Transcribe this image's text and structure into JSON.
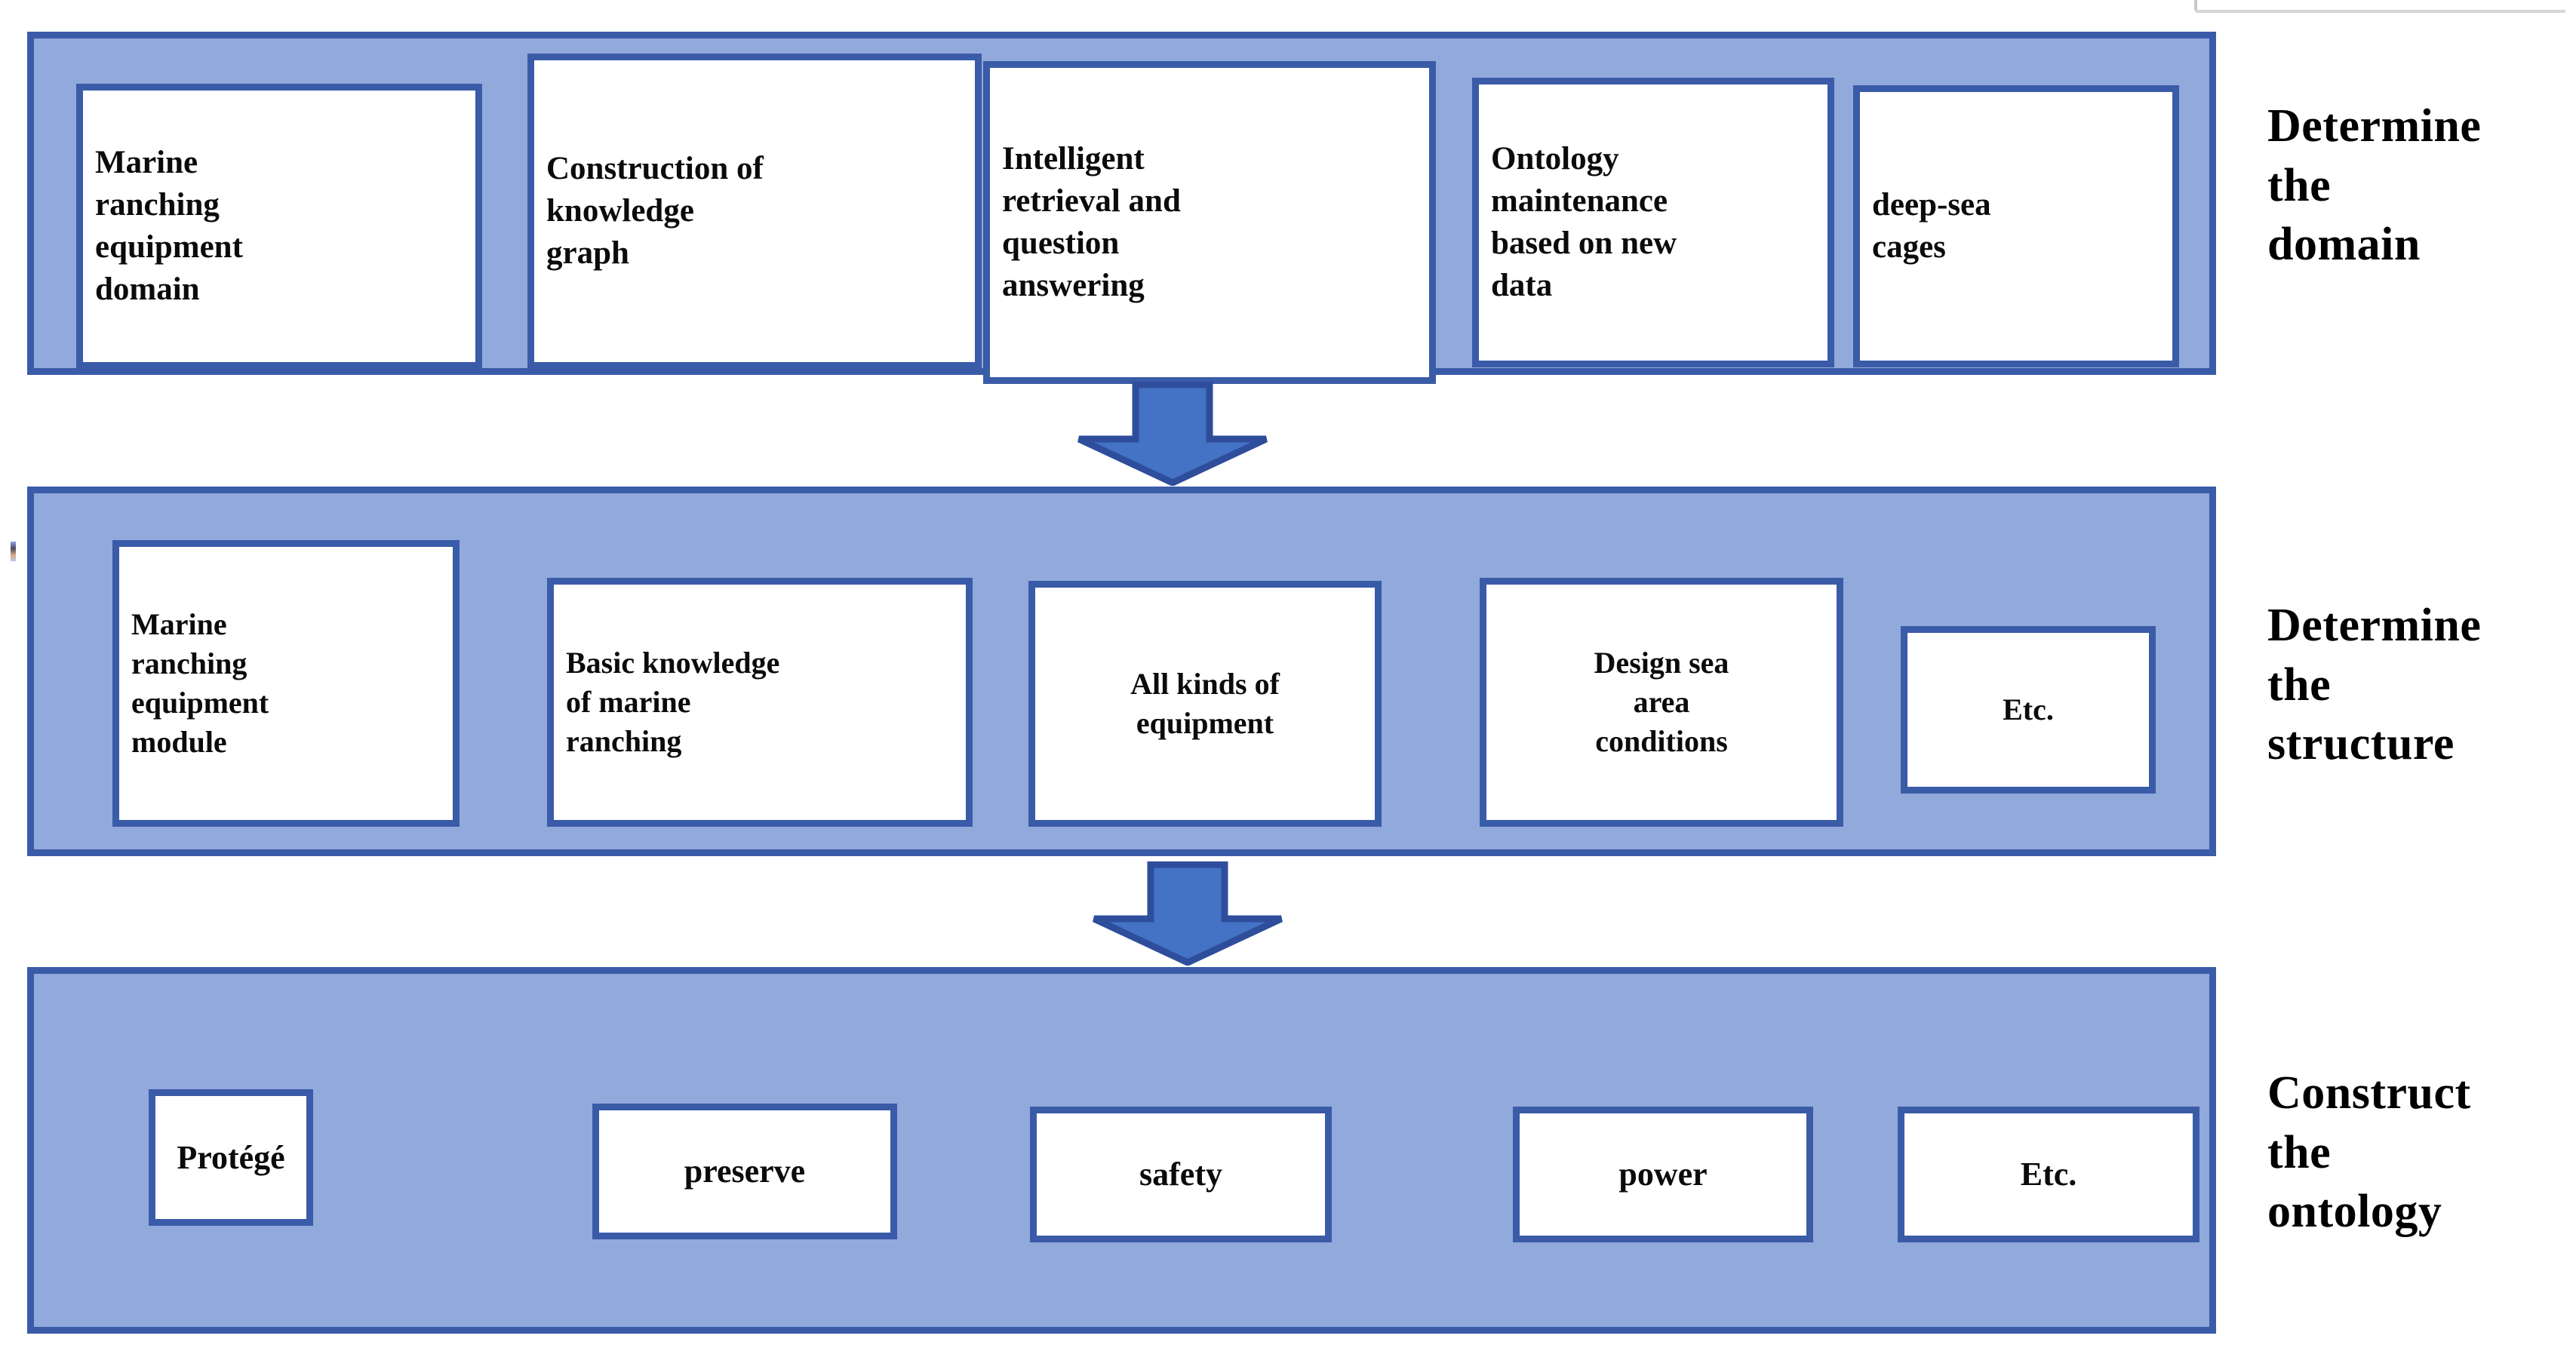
{
  "diagram": {
    "title_semantic": "ontology-construction-workflow",
    "colors": {
      "band_fill": "#92A9DC",
      "band_border": "#3A5BA8",
      "box_fill": "#FFFFFF",
      "box_border": "#3A5BA8",
      "arrow_fill": "#4472C4",
      "arrow_border": "#2E4E9C",
      "text": "#000000",
      "page_background": "#FFFFFF"
    },
    "rows": [
      {
        "stage_caption": "Determine\nthe\ndomain",
        "boxes": [
          {
            "label": "Marine\nranching\nequipment\ndomain",
            "align": "left"
          },
          {
            "label": "Construction of\nknowledge\ngraph",
            "align": "left"
          },
          {
            "label": "Intelligent\nretrieval and\nquestion\nanswering",
            "align": "left"
          },
          {
            "label": "Ontology\nmaintenance\nbased on new\ndata",
            "align": "left"
          },
          {
            "label": "deep-sea\ncages",
            "align": "left"
          }
        ]
      },
      {
        "stage_caption": "Determine\nthe\nstructure",
        "boxes": [
          {
            "label": "Marine\nranching\nequipment\nmodule",
            "align": "left"
          },
          {
            "label": "Basic knowledge\nof marine\nranching",
            "align": "left"
          },
          {
            "label": "All kinds of\nequipment",
            "align": "center"
          },
          {
            "label": "Design sea\narea\nconditions",
            "align": "center"
          },
          {
            "label": "Etc.",
            "align": "center"
          }
        ]
      },
      {
        "stage_caption": "Construct\nthe\nontology",
        "boxes": [
          {
            "label": "Protégé",
            "align": "center"
          },
          {
            "label": "preserve",
            "align": "center"
          },
          {
            "label": "safety",
            "align": "center"
          },
          {
            "label": "power",
            "align": "center"
          },
          {
            "label": "Etc.",
            "align": "center"
          }
        ]
      }
    ],
    "connectors": [
      {
        "name": "arrow-row1-to-row2",
        "direction": "down"
      },
      {
        "name": "arrow-row2-to-row3",
        "direction": "down"
      }
    ]
  }
}
